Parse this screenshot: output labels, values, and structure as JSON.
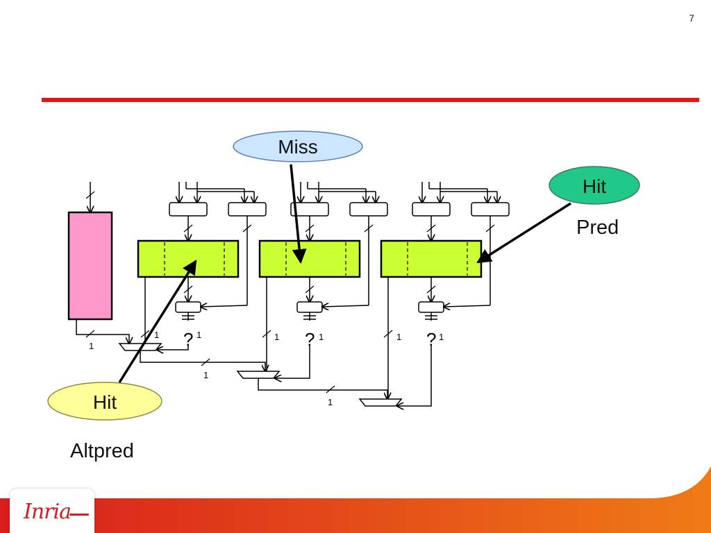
{
  "slide": {
    "number": "7"
  },
  "callouts": {
    "miss": "Miss",
    "hit_top": "Hit",
    "hit_bottom": "Hit",
    "pred": "Pred",
    "altpred": "Altpred"
  },
  "width_labels": [
    "1",
    "1",
    "1",
    "1",
    "1",
    "1",
    "1",
    "1",
    "1"
  ],
  "logo": {
    "text": "Inria"
  },
  "colors": {
    "title_rule": "#ee1111",
    "pink_table": "#ff99cc",
    "green_table": "#ccff33",
    "miss_bubble": "#cce6ff",
    "hit_pred_bubble": "#22c88a",
    "hit_altpred_bubble": "#ffff99",
    "footer_gradient": [
      "#d91c1c",
      "#ef7b16"
    ]
  }
}
